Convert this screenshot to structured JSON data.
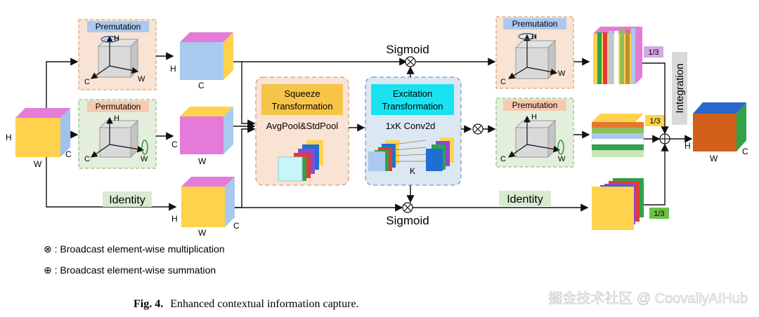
{
  "branches": {
    "top_label": "Premutation",
    "mid_label": "Permutation",
    "bottom_label": "Identity",
    "right_top_label": "Premutation",
    "right_mid_label": "Premutation",
    "right_bottom_label": "Identity"
  },
  "axes": {
    "h": "H",
    "w": "W",
    "c": "C",
    "k": "K"
  },
  "blocks": {
    "squeeze_title": "Squeeze\nTransformation",
    "squeeze_op": "AvgPool&StdPool",
    "excite_title": "Excitation\nTransformation",
    "excite_op": "1xK Conv2d"
  },
  "ops": {
    "sigmoid_top": "Sigmoid",
    "sigmoid_bottom": "Sigmoid"
  },
  "fractions": {
    "top": "1/3",
    "mid": "1/3",
    "bottom": "1/3"
  },
  "integration": "Integration",
  "legend": {
    "mult": "⊗ : Broadcast element-wise multiplication",
    "sum": "⊕ : Broadcast element-wise summation"
  },
  "caption": {
    "prefix": "Fig. 4.",
    "text": "Enhanced contextual information capture."
  },
  "watermark": "掘金技术社区 @ CoovallyAIHub",
  "colors": {
    "peach_box": "#f8e3d4",
    "green_box": "#e3efdc",
    "blue_box": "#dbe7f3",
    "cube_yellow": "#ffd24d",
    "cube_pink": "#e27ad6",
    "cube_blue": "#a9c9ee",
    "accent_cyan": "#19e3f0"
  }
}
